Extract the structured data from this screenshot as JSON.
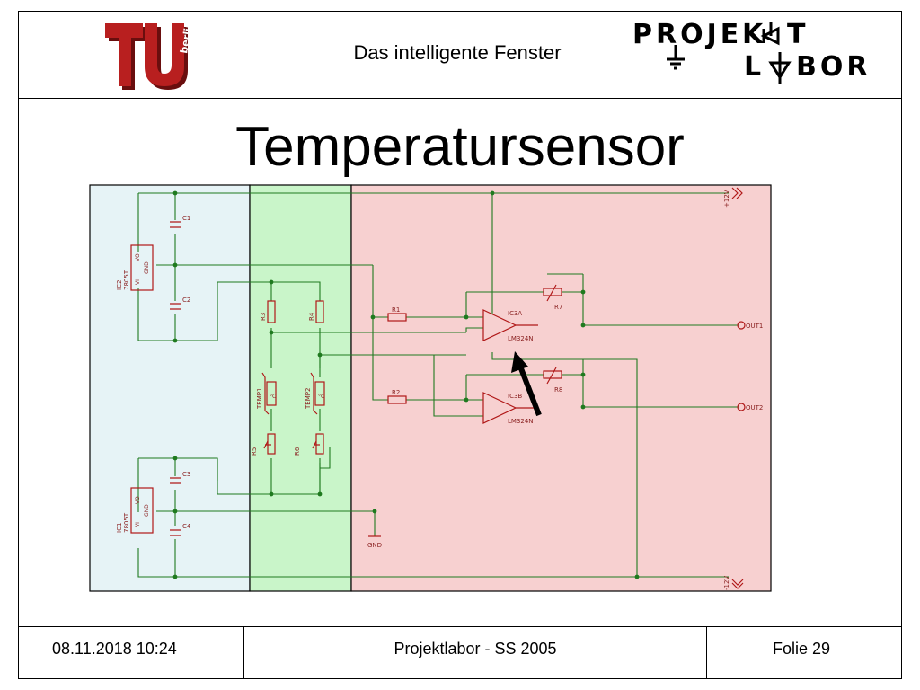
{
  "header": {
    "title": "Das intelligente Fenster"
  },
  "logos": {
    "university": {
      "text": "TU berlin",
      "color": "#a01818"
    },
    "project": {
      "line1": "PROJEKT",
      "line2": "LABOR"
    }
  },
  "slide": {
    "title": "Temperatursensor"
  },
  "schematic": {
    "zones": [
      {
        "name": "power-supply-zone",
        "color": "#e6f3f6"
      },
      {
        "name": "sensor-zone",
        "color": "#c9f5c9"
      },
      {
        "name": "amplifier-zone",
        "color": "#f7d0d0"
      }
    ],
    "wire_color": "#1f7a1f",
    "part_color": "#b01818",
    "labels": {
      "c1": "C1",
      "c2": "C2",
      "c3": "C3",
      "c4": "C4",
      "ic2": "IC2",
      "ic2_type": "7805T",
      "ic1": "IC1",
      "ic1_type": "7805T",
      "pin_vi": "VI",
      "pin_vo": "VO",
      "pin_gnd": "GND",
      "r1": "R1",
      "r2": "R2",
      "r3": "R3",
      "r4": "R4",
      "r5": "R5",
      "r6": "R6",
      "r7": "R7",
      "r8": "R8",
      "temp1": "TEMP1",
      "temp2": "TEMP2",
      "deg": "°C",
      "ic3a": "IC3A",
      "ic3b": "IC3B",
      "opamp_type": "LM324N",
      "out1": "OUT1",
      "out2": "OUT2",
      "plus12": "+12V",
      "minus12": "-12V",
      "gnd": "GND"
    }
  },
  "footer": {
    "date": "08.11.2018 10:24",
    "course": "Projektlabor - SS 2005",
    "slide_number": "Folie 29"
  }
}
